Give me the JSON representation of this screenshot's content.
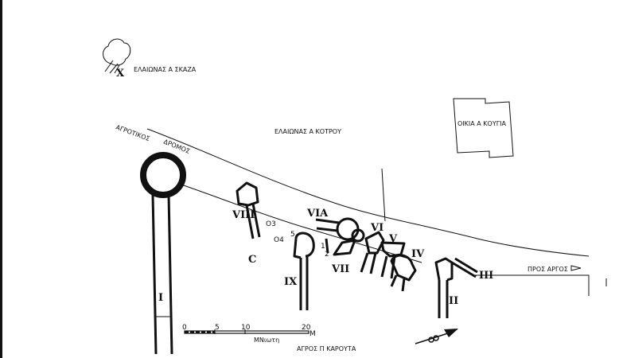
{
  "title_labels": {
    "olive_grove_skaza": "ΕΛΑΙΩΝΑΣ Α ΣΚΑΖΑ",
    "marker_x": "X",
    "rural_road_1": "ΑΓΡΟΤΙΚΟΣ",
    "rural_road_2": "ΔΡΟΜΟΣ",
    "olive_grove_kotrou": "ΕΛΑΙΩΝΑΣ Α ΚΟΤΡΟΥ",
    "house_kougia": "ΟΙΚΙΑ Α ΚΟΥΓΙΑ",
    "to_argos": "ΠΡΟΣ ΑΡΓΟΣ",
    "field_karouta": "ΑΓΡΟΣ Π ΚΑΡΟΥΤΑ"
  },
  "tombs": {
    "i": "I",
    "ii": "II",
    "iii": "III",
    "iv": "IV",
    "v": "V",
    "vi": "VI",
    "via": "VIA",
    "vii": "VII",
    "viii": "VIII",
    "ix": "IX"
  },
  "small_marks": {
    "o3": "O3",
    "o4": "O4",
    "five": "5",
    "one": "1",
    "two": "2",
    "c": "C"
  },
  "scale": {
    "ticks": [
      "0",
      "5",
      "10",
      "20"
    ],
    "unit": "M",
    "author": "ΜΝιωτη"
  },
  "colors": {
    "ink": "#111111",
    "paper": "#ffffff"
  }
}
